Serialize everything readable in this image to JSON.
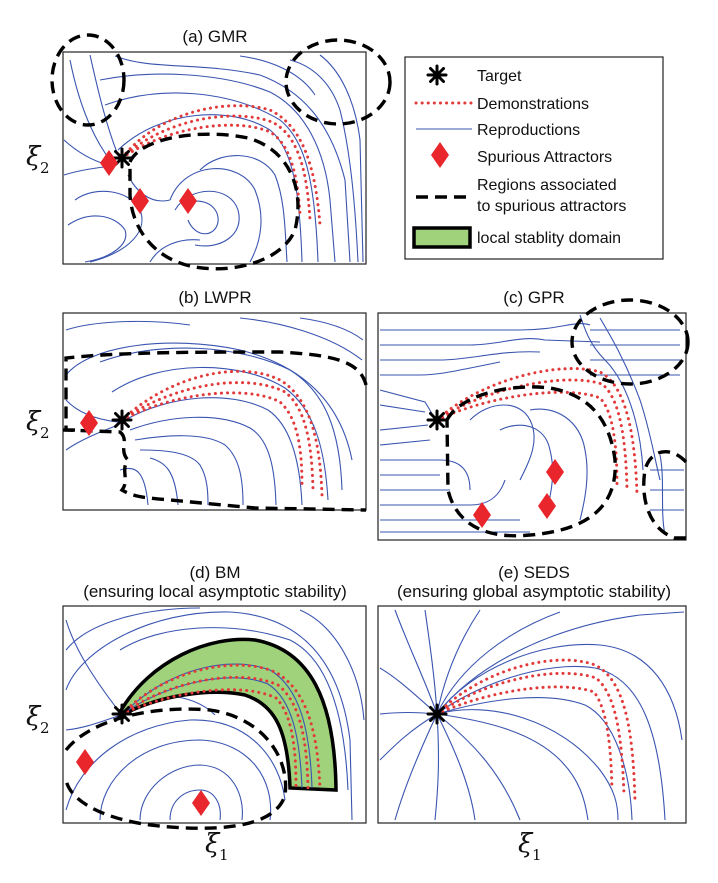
{
  "panels": {
    "a": {
      "title": "(a) GMR"
    },
    "b": {
      "title": "(b) LWPR"
    },
    "c": {
      "title": "(c) GPR"
    },
    "d": {
      "title": "(d) BM",
      "subtitle": "(ensuring local asymptotic stability)"
    },
    "e": {
      "title": "(e) SEDS",
      "subtitle": "(ensuring global asymptotic stability)"
    }
  },
  "axes": {
    "y_symbol": "ξ",
    "y_subscript": "2",
    "x_symbol": "ξ",
    "x_subscript": "1"
  },
  "legend": {
    "target": "Target",
    "demonstrations": "Demonstrations",
    "reproductions": "Reproductions",
    "spurious": "Spurious Attractors",
    "regions_line1": "Regions associated",
    "regions_line2": "to spurious attractors",
    "domain": "local stablity domain"
  },
  "colors": {
    "streamlines": "#3a55b0",
    "demonstrations": "#e23a3a",
    "spurious_attractor": "#e8262b",
    "stability_domain": "#9fd27a"
  }
}
